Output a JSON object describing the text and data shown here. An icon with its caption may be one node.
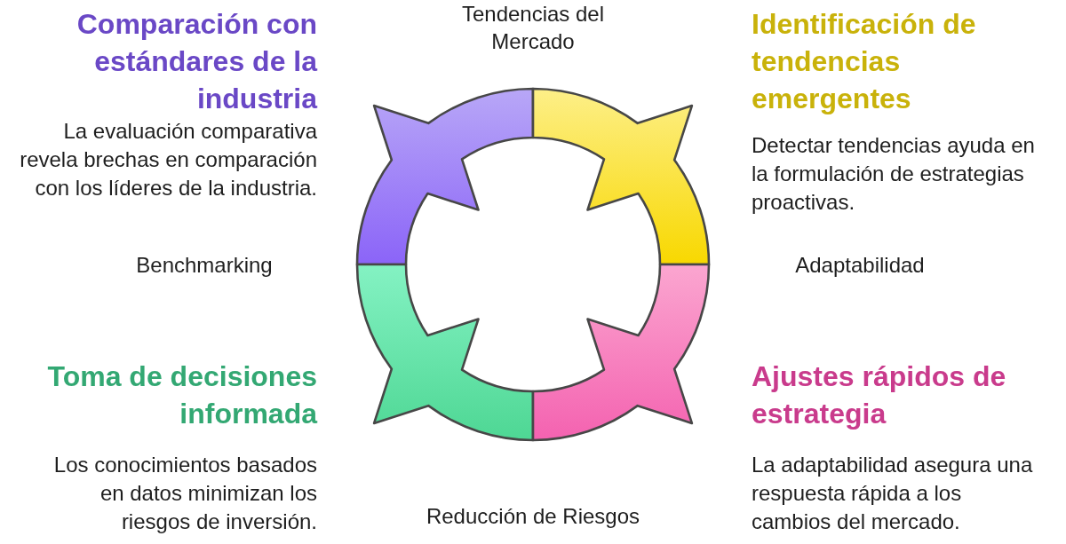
{
  "diagram": {
    "nodes": [
      {
        "text": [
          "Comparación con estándares de la industria",
          "La evaluación comparativa revela brechas en comparación con los líderes de la industria."
        ]
      },
      {
        "text": [
          "Identificación de tendencias emergentes",
          "Detectar tendencias ayuda en la formulación de estrategias proactivas."
        ]
      },
      {
        "text": [],
        "shape": "arc"
      },
      {
        "text": [],
        "shape": "arc"
      },
      {
        "text": [],
        "shape": "arc"
      },
      {
        "text": [],
        "shape": "arc"
      },
      {
        "text": [
          "Toma de decisiones informada",
          "Los conocimientos basados en datos minimizan los riesgos de inversión."
        ]
      },
      {
        "text": [
          "Ajustes rápidos de estrategia",
          "La adaptabilidad asegura una respuesta rápida a los cambios del mercado."
        ]
      }
    ],
    "labels": [
      "Tendencias del Mercado",
      "Benchmarking",
      "Adaptabilidad",
      "Reducción de Riesgos"
    ]
  }
}
